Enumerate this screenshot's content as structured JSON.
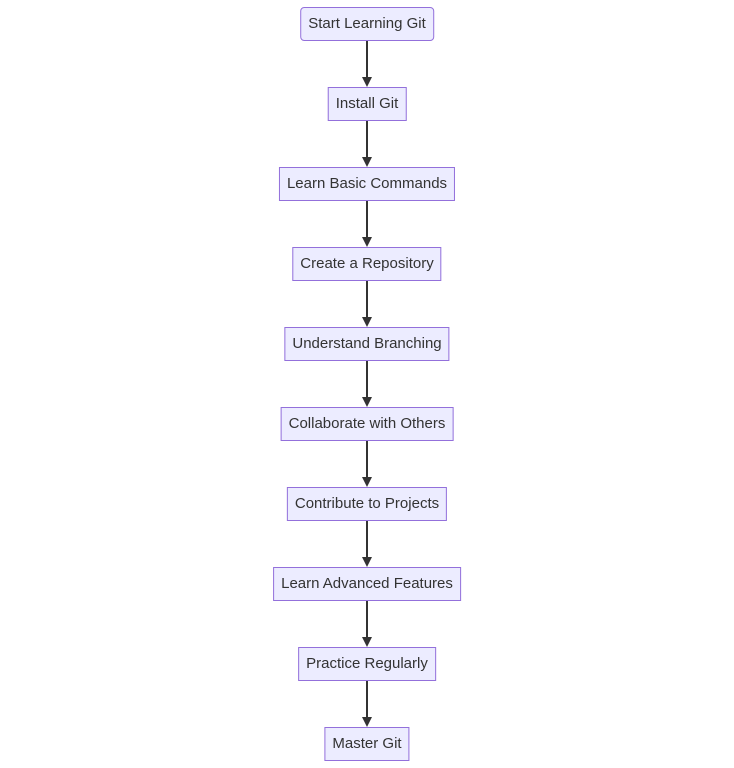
{
  "flowchart": {
    "nodes": [
      {
        "id": "start",
        "label": "Start Learning Git",
        "shape": "rounded"
      },
      {
        "id": "install",
        "label": "Install Git",
        "shape": "rect"
      },
      {
        "id": "basics",
        "label": "Learn Basic Commands",
        "shape": "rect"
      },
      {
        "id": "repo",
        "label": "Create a Repository",
        "shape": "rect"
      },
      {
        "id": "branching",
        "label": "Understand Branching",
        "shape": "rect"
      },
      {
        "id": "collab",
        "label": "Collaborate with Others",
        "shape": "rect"
      },
      {
        "id": "contrib",
        "label": "Contribute to Projects",
        "shape": "rect"
      },
      {
        "id": "advanced",
        "label": "Learn Advanced Features",
        "shape": "rect"
      },
      {
        "id": "practice",
        "label": "Practice Regularly",
        "shape": "rect"
      },
      {
        "id": "master",
        "label": "Master Git",
        "shape": "rect"
      }
    ],
    "edges": [
      {
        "from": "start",
        "to": "install"
      },
      {
        "from": "install",
        "to": "basics"
      },
      {
        "from": "basics",
        "to": "repo"
      },
      {
        "from": "repo",
        "to": "branching"
      },
      {
        "from": "branching",
        "to": "collab"
      },
      {
        "from": "collab",
        "to": "contrib"
      },
      {
        "from": "contrib",
        "to": "advanced"
      },
      {
        "from": "advanced",
        "to": "practice"
      },
      {
        "from": "practice",
        "to": "master"
      }
    ],
    "colors": {
      "node_fill": "#ececff",
      "node_border": "#9370db",
      "text": "#333333",
      "arrow": "#333333"
    }
  }
}
